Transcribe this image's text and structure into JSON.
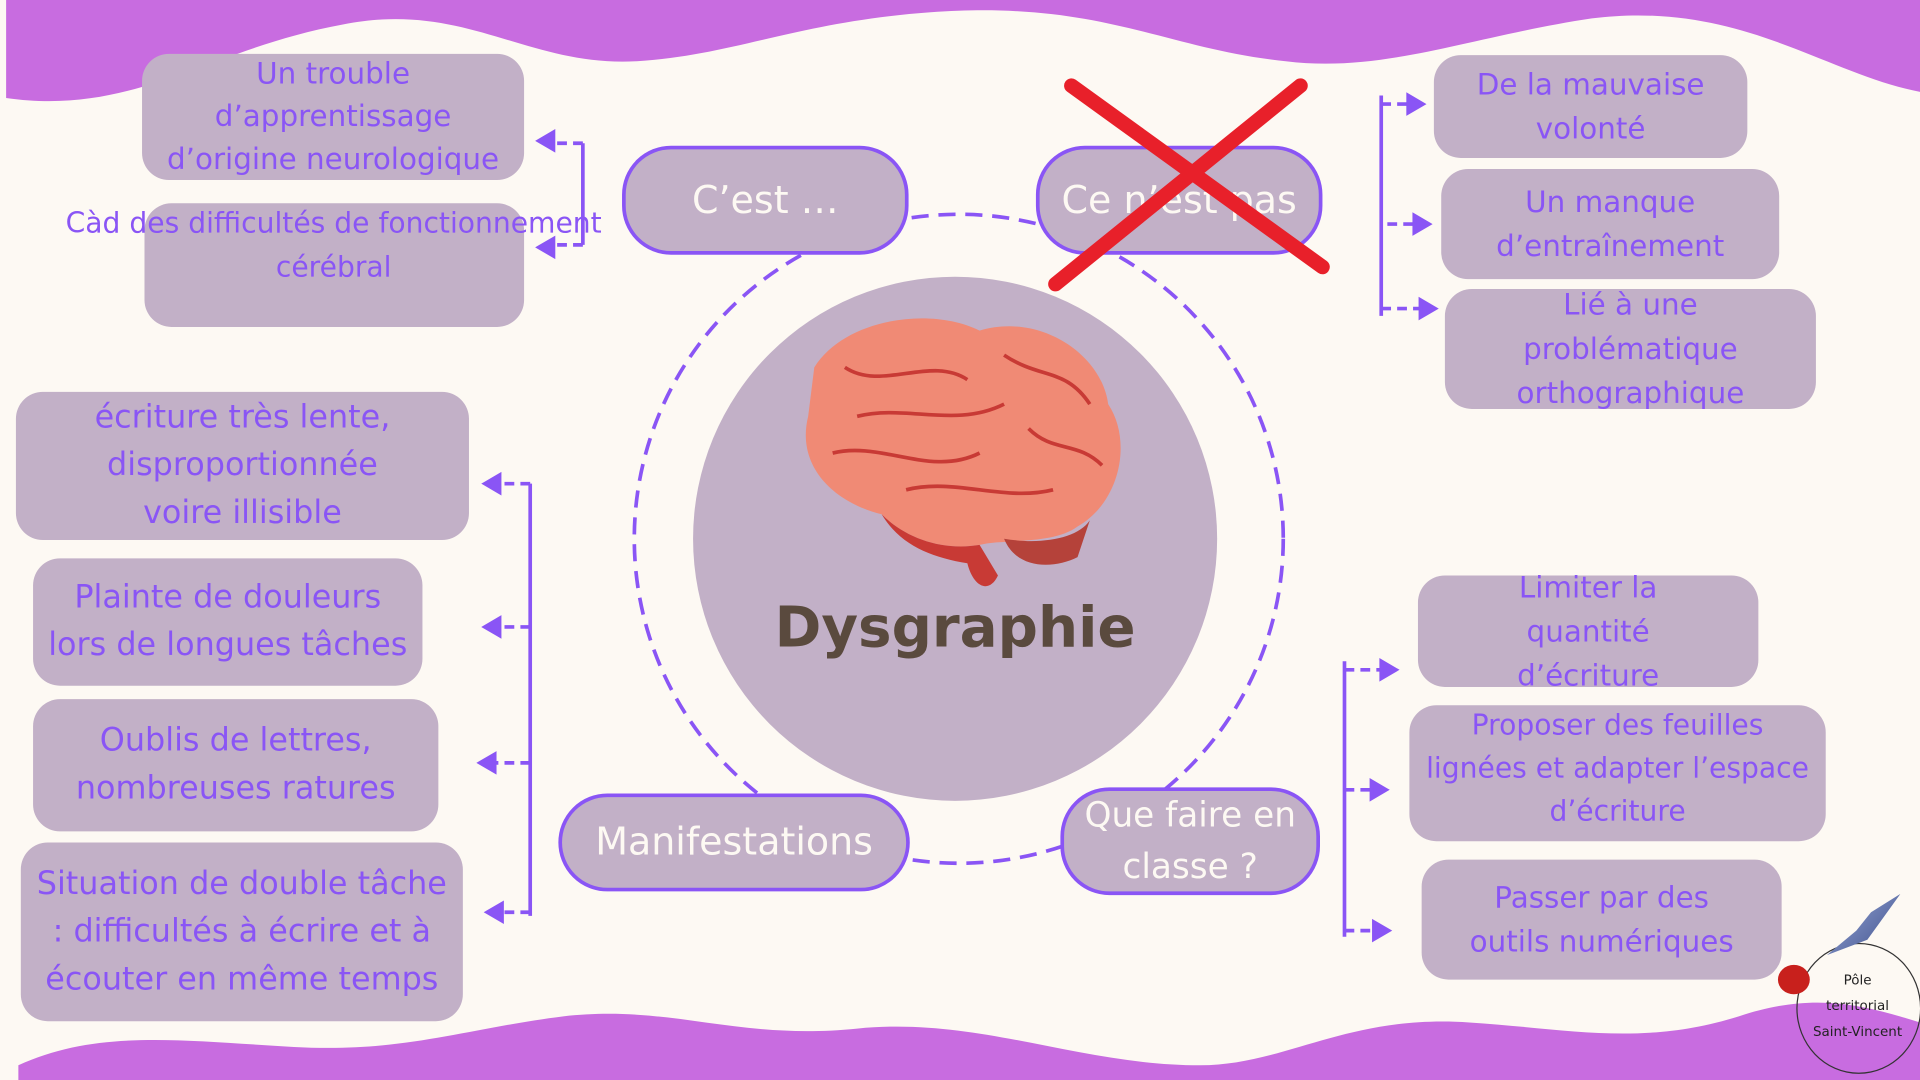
{
  "title": "Dysgraphie",
  "colors": {
    "background": "#fdf9f3",
    "wave": "#c86ce0",
    "box": "#c2b0c7",
    "accent": "#8a55f5",
    "cross": "#e8202a"
  },
  "nodes": {
    "cest": "C’est …",
    "cenestpas": "Ce n’est pas",
    "manifestations": "Manifestations",
    "quefaire": "Que faire en classe ?"
  },
  "cest_items": [
    "Un trouble d’apprentissage d’origine neurologique",
    "Càd des difficultés de fonctionnement cérébral"
  ],
  "cenestpas_items": [
    "De la mauvaise volonté",
    "Un manque d’entraînement",
    "Lié à une problématique orthographique"
  ],
  "manifestations_items": [
    "écriture très lente, disproportionnée voire illisible",
    "Plainte de douleurs lors de longues tâches",
    "Oublis de lettres, nombreuses ratures",
    "Situation de double tâche : difficultés à écrire et à écouter en même temps"
  ],
  "quefaire_items": [
    "Limiter la quantité d’écriture",
    "Proposer des feuilles lignées et adapter l’espace d’écriture",
    "Passer par des outils numériques"
  ],
  "logo": {
    "line1": "Pôle",
    "line2": "territorial",
    "line3": "Saint-Vincent"
  }
}
